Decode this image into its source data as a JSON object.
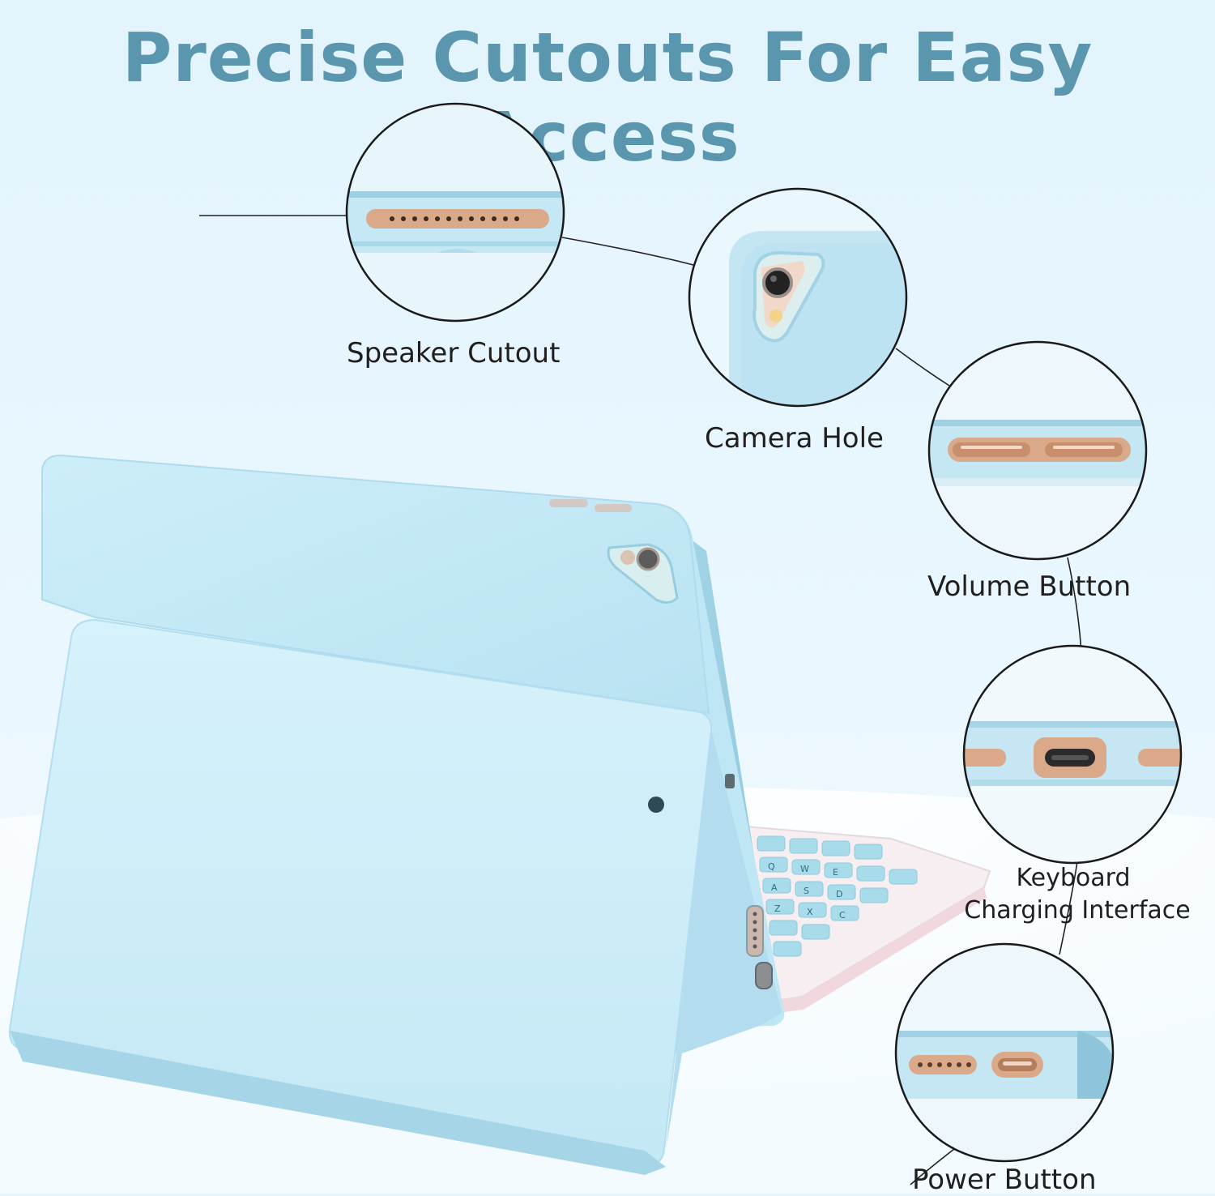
{
  "headline": "Precise Cutouts For Easy Access",
  "callouts": {
    "speaker": "Speaker Cutout",
    "camera": "Camera Hole",
    "volume": "Volume Button",
    "keyboard_line1": "Keyboard",
    "keyboard_line2": "Charging Interface",
    "power": "Power Button"
  },
  "keyboard_keys": [
    "Q",
    "W",
    "E",
    "A",
    "S",
    "D",
    "Z",
    "X",
    "C"
  ],
  "colors": {
    "headline": "#5a96ad",
    "case_blue": "#c9ecf8",
    "case_edge": "#9fd3e6",
    "rose_gold": "#d9a98a",
    "background": "#e3f4fd"
  }
}
